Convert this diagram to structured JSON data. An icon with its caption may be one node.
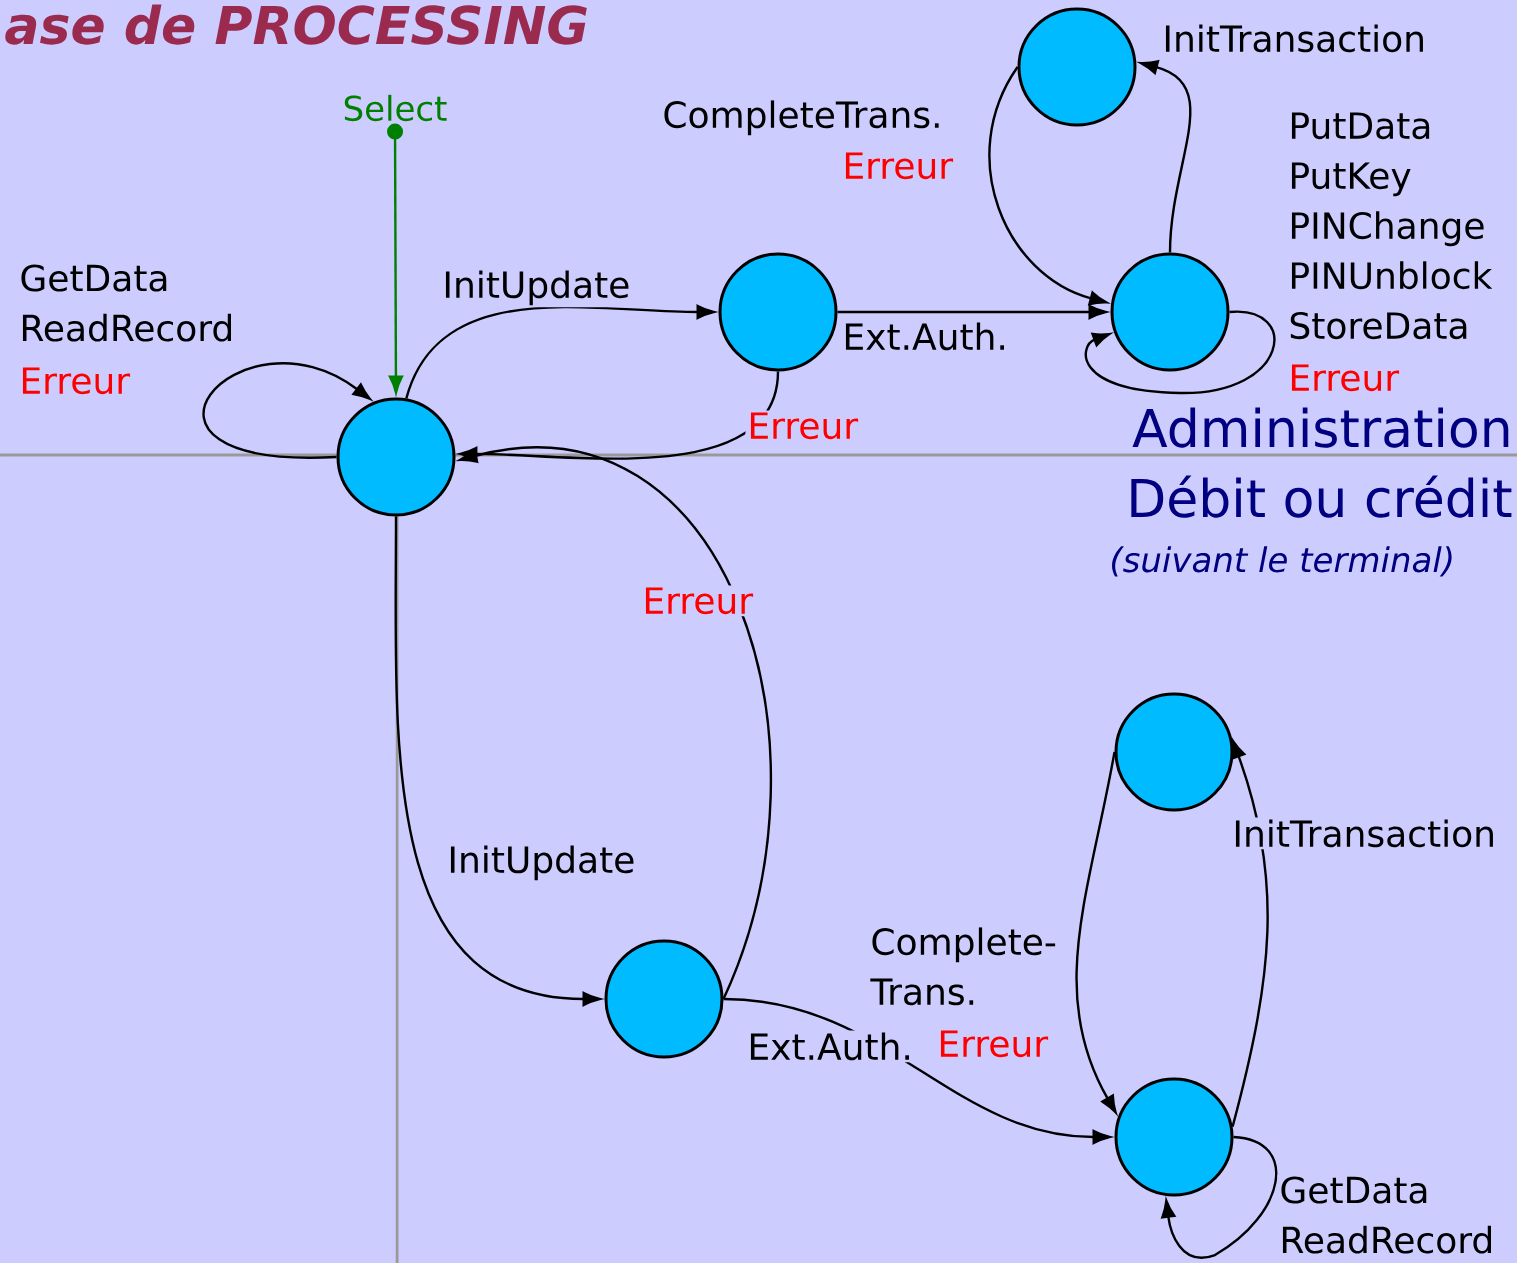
{
  "diagram": {
    "title": "ase de PROCESSING",
    "nodes": [
      {
        "text": [
          "Select"
        ]
      },
      {
        "text": [],
        "shape": "circle"
      },
      {
        "text": [],
        "shape": "circle"
      },
      {
        "text": [],
        "shape": "circle"
      },
      {
        "text": [],
        "shape": "circle"
      },
      {
        "text": [],
        "shape": "circle"
      },
      {
        "text": [],
        "shape": "circle"
      },
      {
        "text": [],
        "shape": "circle"
      }
    ],
    "edges": [
      {
        "from": 0,
        "to": 1,
        "arrow": "to",
        "color": "#008000"
      },
      {
        "from": 1,
        "to": 1,
        "arrow": "to",
        "label": "GetData ReadRecord"
      },
      {
        "from": 1,
        "to": 2,
        "arrow": "to",
        "label": "InitUpdate"
      },
      {
        "from": 2,
        "to": 1,
        "arrow": "to",
        "label": "Erreur"
      },
      {
        "from": 2,
        "to": 4,
        "arrow": "to",
        "label": "Ext.Auth."
      },
      {
        "from": 4,
        "to": 3,
        "arrow": "to",
        "label": "InitTransaction"
      },
      {
        "from": 3,
        "to": 4,
        "arrow": "to",
        "label": "CompleteTrans."
      },
      {
        "from": 4,
        "to": 4,
        "arrow": "to",
        "label": "PutData PutKey PINChange PINUnblock StoreData"
      },
      {
        "from": 1,
        "to": 5,
        "arrow": "to",
        "label": "InitUpdate"
      },
      {
        "from": 5,
        "to": 1,
        "arrow": "to",
        "label": "Erreur"
      },
      {
        "from": 5,
        "to": 7,
        "arrow": "to",
        "label": "Ext.Auth."
      },
      {
        "from": 7,
        "to": 6,
        "arrow": "to",
        "label": "InitTransaction"
      },
      {
        "from": 6,
        "to": 7,
        "arrow": "to",
        "label": "Complete- Trans."
      },
      {
        "from": 7,
        "to": 7,
        "arrow": "to",
        "label": "GetData ReadRecord"
      }
    ],
    "labels": [
      "Erreur",
      "Erreur",
      "Erreur",
      "Administration",
      "Débit ou crédit",
      "(suivant le terminal)",
      "Erreur"
    ]
  }
}
